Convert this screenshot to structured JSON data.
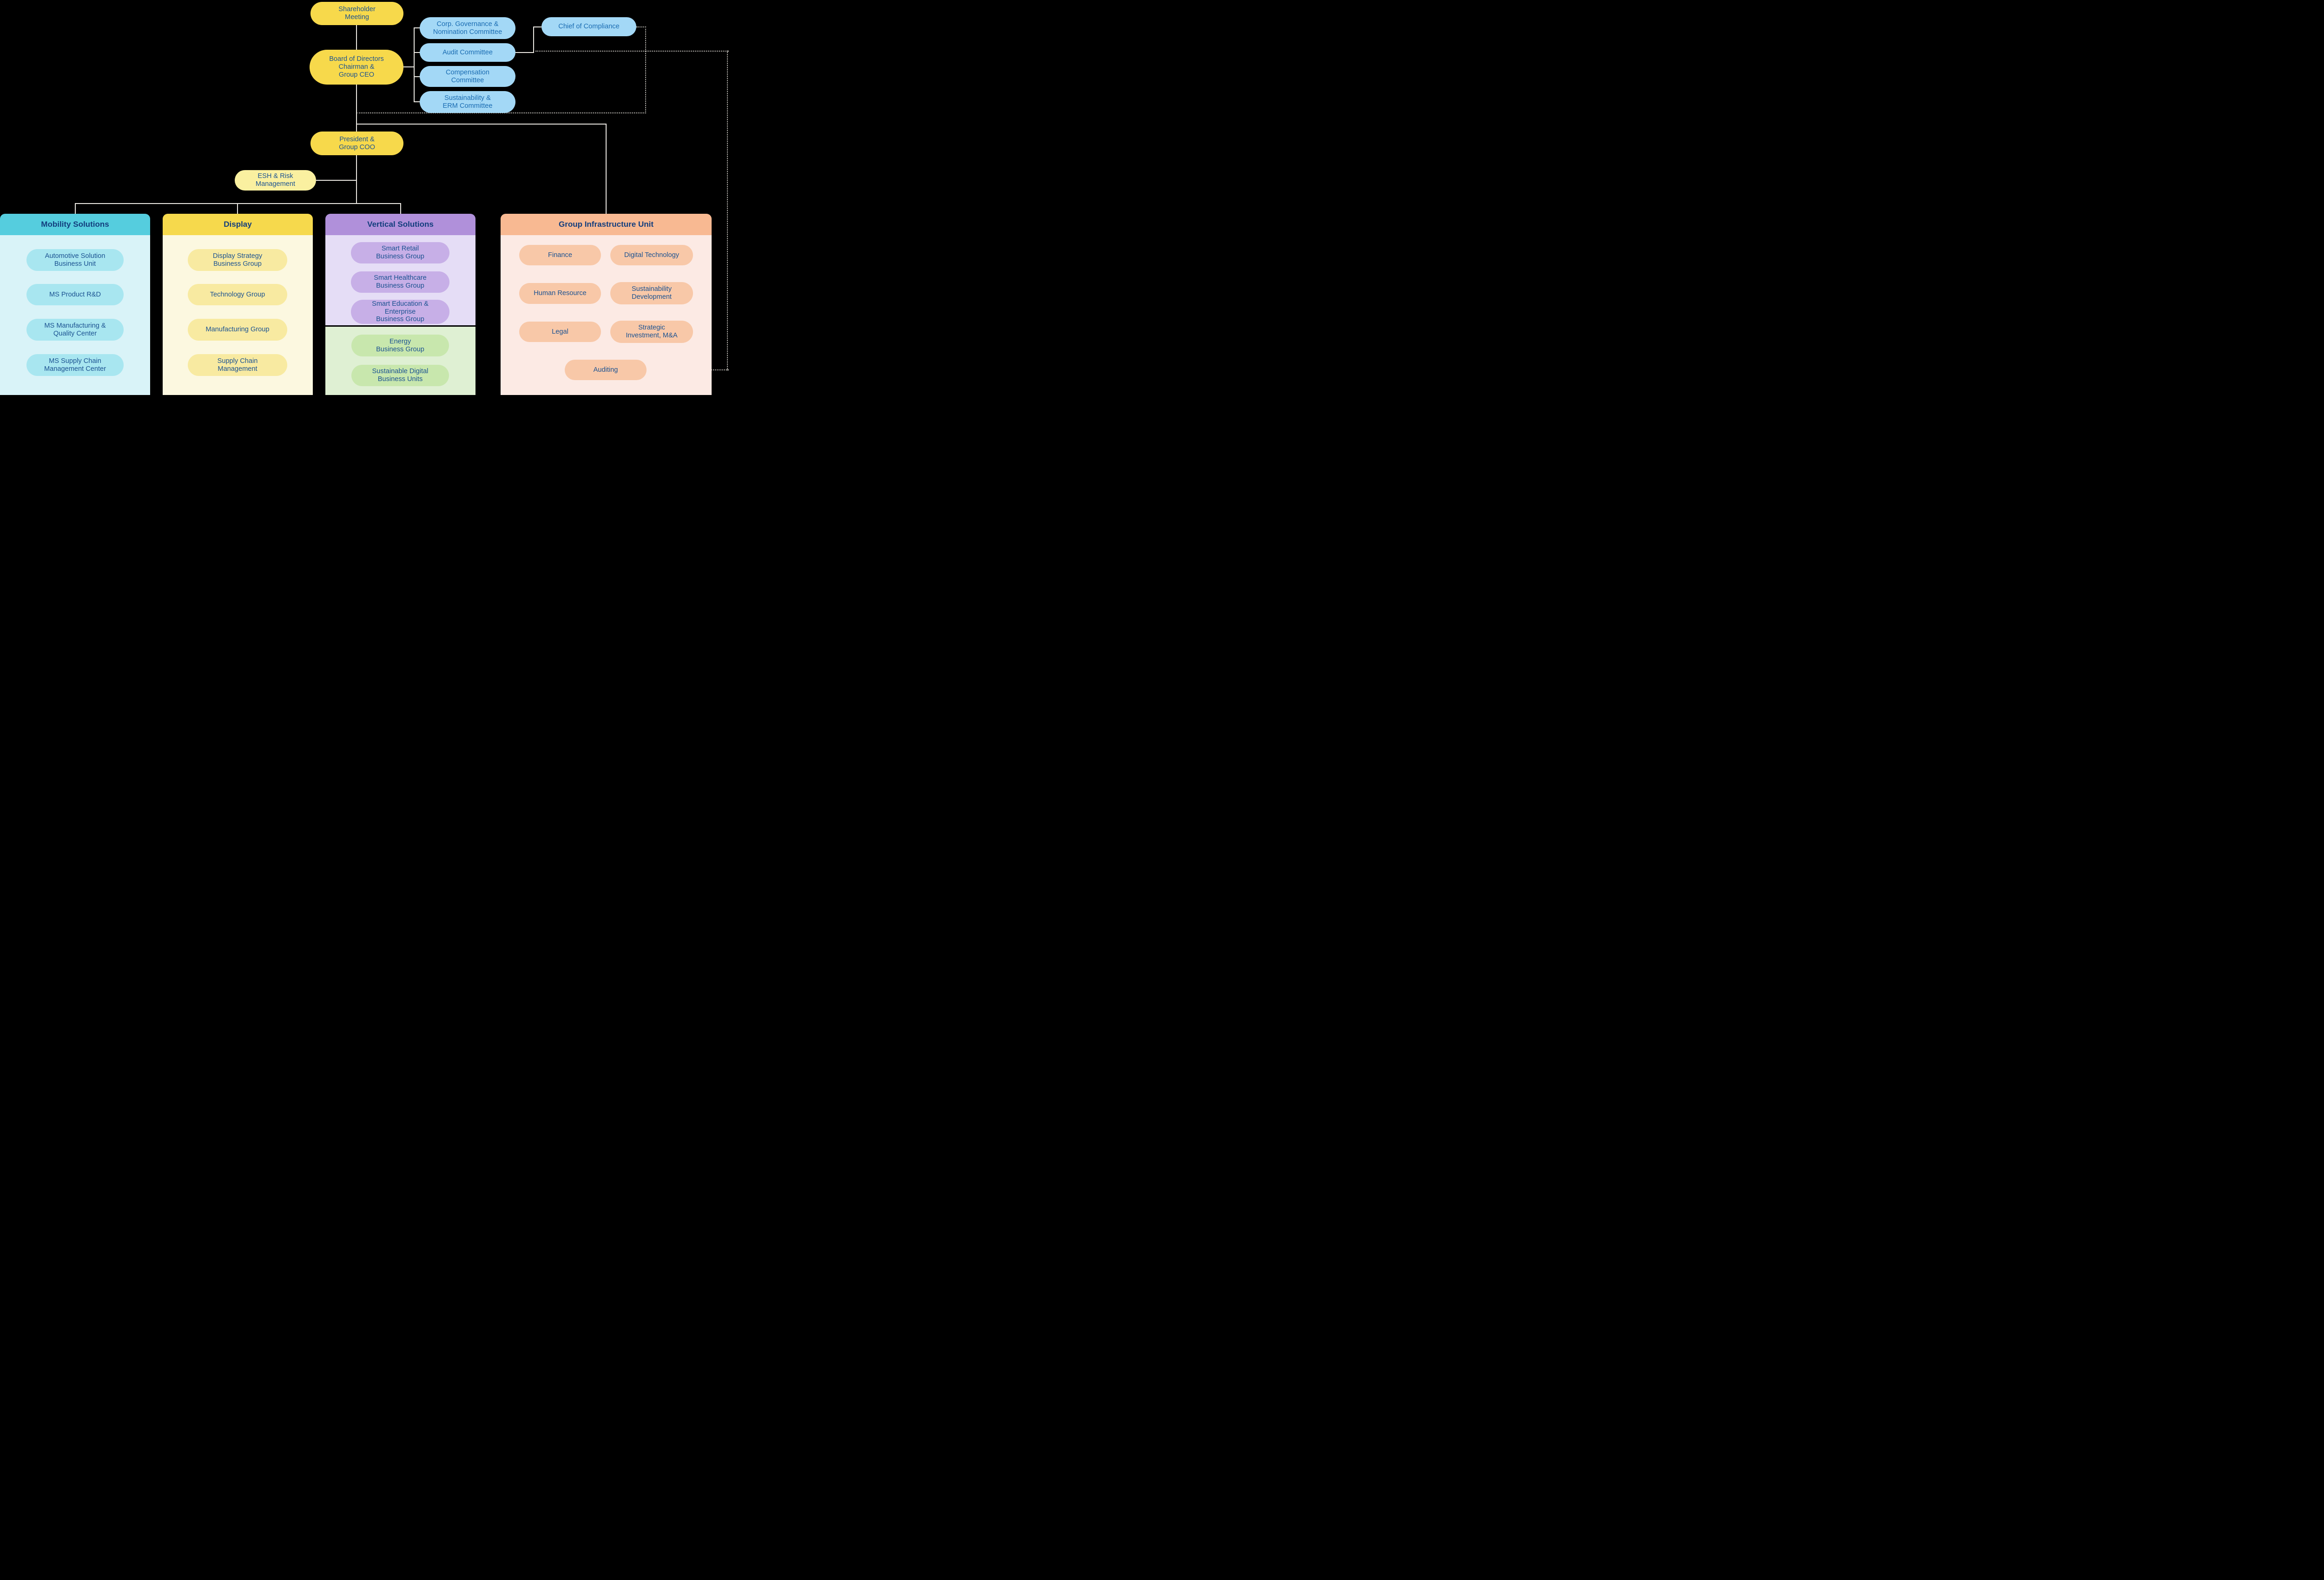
{
  "colors": {
    "bg": "#000000",
    "yellow": "#f7d94b",
    "yellow-light": "#faf0a0",
    "blue-pill": "#a3d8f6",
    "blue-text": "#1a6cb2",
    "navy": "#1b5291",
    "header-text": "#123d7d",
    "teal-header": "#55cdde",
    "teal-body": "#d9f3f8",
    "teal-pill": "#a8e6f0",
    "display-header": "#f6d94c",
    "display-body": "#fcf8e0",
    "display-pill": "#f8eaa1",
    "purple-header": "#b090da",
    "purple-body": "#e5ddf6",
    "purple-pill": "#c7afe7",
    "green-body": "#dff0d3",
    "green-pill": "#c8e7ad",
    "orange-header": "#f8b992",
    "orange-body": "#fceae4",
    "orange-pill": "#f8c8a8",
    "line": "#ece9e3",
    "line-dotted": "#c9c6c0"
  },
  "nodes": {
    "shareholder": "Shareholder\nMeeting",
    "board": "Board of Directors\nChairman &\nGroup CEO",
    "president": "President &\nGroup COO",
    "esh": "ESH & Risk\nManagement",
    "chief_compliance": "Chief of Compliance",
    "committees": [
      "Corp. Governance &\nNomination Committee",
      "Audit Committee",
      "Compensation\nCommittee",
      "Sustainability &\nERM Committee"
    ]
  },
  "groups": {
    "mobility": {
      "title": "Mobility Solutions",
      "items": [
        "Automotive Solution\nBusiness Unit",
        "MS Product R&D",
        "MS Manufacturing &\nQuality Center",
        "MS Supply Chain\nManagement Center"
      ]
    },
    "display": {
      "title": "Display",
      "items": [
        "Display Strategy\nBusiness Group",
        "Technology Group",
        "Manufacturing Group",
        "Supply Chain\nManagement"
      ]
    },
    "vertical": {
      "title": "Vertical Solutions",
      "items": [
        "Smart Retail\nBusiness Group",
        "Smart Healthcare\nBusiness Group",
        "Smart Education &\nEnterprise\nBusiness Group"
      ],
      "green_items": [
        "Energy\nBusiness Group",
        "Sustainable Digital\nBusiness Units"
      ]
    },
    "infrastructure": {
      "title": "Group Infrastructure Unit",
      "items": [
        "Finance",
        "Digital Technology",
        "Human Resource",
        "Sustainability\nDevelopment",
        "Legal",
        "Strategic\nInvestment, M&A",
        "Auditing"
      ]
    }
  }
}
